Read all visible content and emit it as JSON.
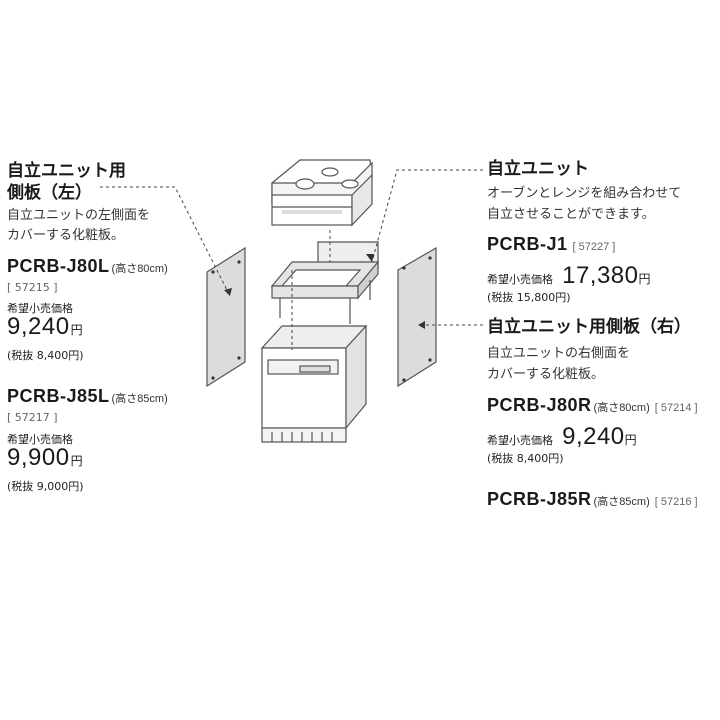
{
  "left_panel": {
    "heading_line1": "自立ユニット用",
    "heading_line2": "側板（左）",
    "desc_line1": "自立ユニットの左側面を",
    "desc_line2": "カバーする化粧板。",
    "products": [
      {
        "model": "PCRB-J80L",
        "height_note": "(高さ80cm)",
        "code": "[ 57215 ]",
        "price_label": "希望小売価格",
        "price": "9,240",
        "price_unit": "円",
        "tax_note": "(税抜 8,400円)"
      },
      {
        "model": "PCRB-J85L",
        "height_note": "(高さ85cm)",
        "code": "[ 57217 ]",
        "price_label": "希望小売価格",
        "price": "9,900",
        "price_unit": "円",
        "tax_note": "(税抜 9,000円)"
      }
    ]
  },
  "unit_panel": {
    "heading": "自立ユニット",
    "desc_line1": "オーブンとレンジを組み合わせて",
    "desc_line2": "自立させることができます。",
    "model": "PCRB-J1",
    "code": "[ 57227 ]",
    "price_label": "希望小売価格",
    "price": "17,380",
    "price_unit": "円",
    "tax_note": "(税抜 15,800円)"
  },
  "right_panel": {
    "heading": "自立ユニット用側板（右）",
    "desc_line1": "自立ユニットの右側面を",
    "desc_line2": "カバーする化粧板。",
    "products": [
      {
        "model": "PCRB-J80R",
        "height_note": "(高さ80cm)",
        "code": "[ 57214 ]",
        "price_label": "希望小売価格",
        "price": "9,240",
        "price_unit": "円",
        "tax_note": "(税抜 8,400円)"
      },
      {
        "model": "PCRB-J85R",
        "height_note": "(高さ85cm)",
        "code": "[ 57216 ]"
      }
    ]
  },
  "colors": {
    "panel_fill": "#dcdcdc",
    "line": "#555555",
    "text": "#1e1e1e"
  }
}
